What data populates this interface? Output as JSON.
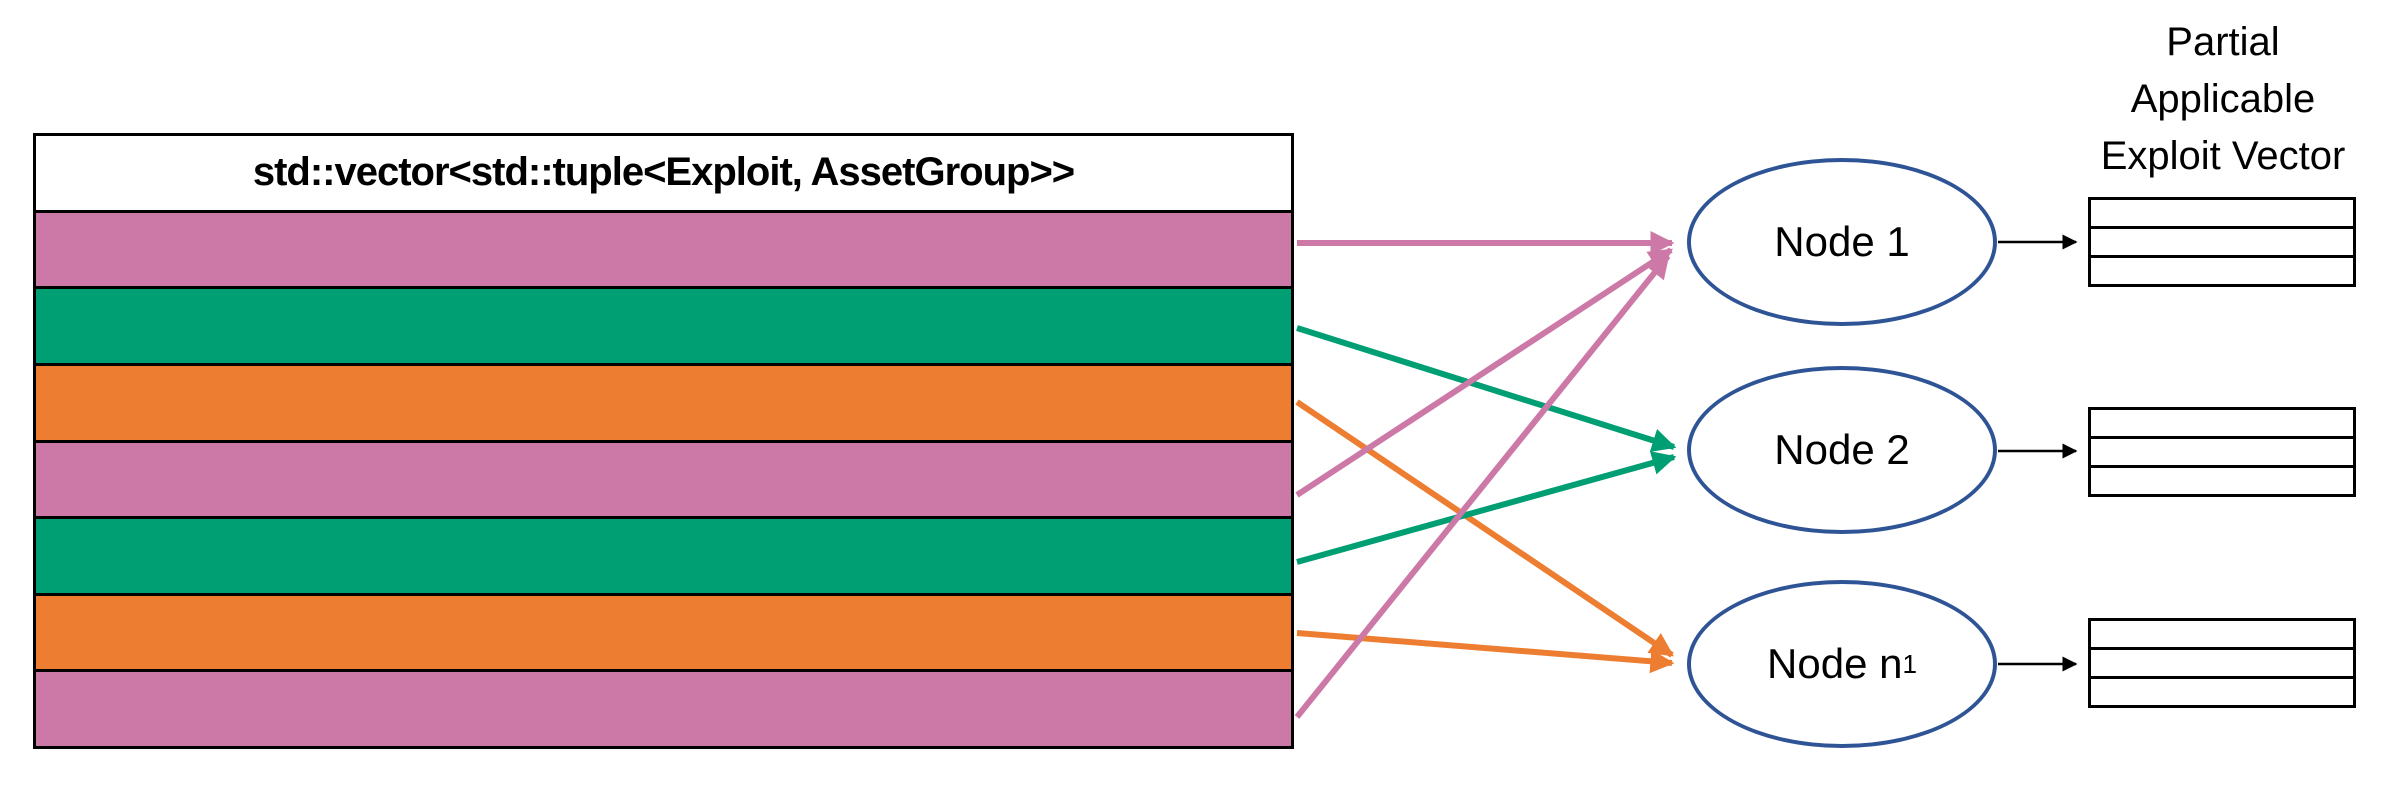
{
  "background": "#FFFFFF",
  "colors": {
    "pink": "#CC79A7",
    "green": "#009E73",
    "orange": "#ED7D31",
    "node_border_blue": "#2F5496",
    "table_border": "#000000",
    "text": "#000000"
  },
  "vector_table": {
    "header": "std::vector<std::tuple<Exploit, AssetGroup>>",
    "rows": [
      {
        "index": 1,
        "color_name": "pink",
        "color": "#CC79A7"
      },
      {
        "index": 2,
        "color_name": "green",
        "color": "#009E73"
      },
      {
        "index": 3,
        "color_name": "orange",
        "color": "#ED7D31"
      },
      {
        "index": 4,
        "color_name": "pink",
        "color": "#CC79A7"
      },
      {
        "index": 5,
        "color_name": "green",
        "color": "#009E73"
      },
      {
        "index": 6,
        "color_name": "orange",
        "color": "#ED7D31"
      },
      {
        "index": 7,
        "color_name": "pink",
        "color": "#CC79A7"
      }
    ]
  },
  "nodes": [
    {
      "label": "Node 1"
    },
    {
      "label": "Node 2"
    },
    {
      "label": "Node n",
      "subscript": "1"
    }
  ],
  "edges": [
    {
      "from_row": 1,
      "to_node": "Node 1",
      "color": "#CC79A7"
    },
    {
      "from_row": 2,
      "to_node": "Node 2",
      "color": "#009E73"
    },
    {
      "from_row": 3,
      "to_node": "Node n1",
      "color": "#ED7D31"
    },
    {
      "from_row": 4,
      "to_node": "Node 1",
      "color": "#CC79A7"
    },
    {
      "from_row": 5,
      "to_node": "Node 2",
      "color": "#009E73"
    },
    {
      "from_row": 6,
      "to_node": "Node n1",
      "color": "#ED7D31"
    },
    {
      "from_row": 7,
      "to_node": "Node 1",
      "color": "#CC79A7"
    }
  ],
  "output_title": {
    "text": "Partial Applicable Exploit Vector",
    "lines": [
      "Partial",
      "Applicable",
      "Exploit Vector"
    ]
  },
  "partial_vectors": {
    "count": 3,
    "rows_per_table": 3
  }
}
